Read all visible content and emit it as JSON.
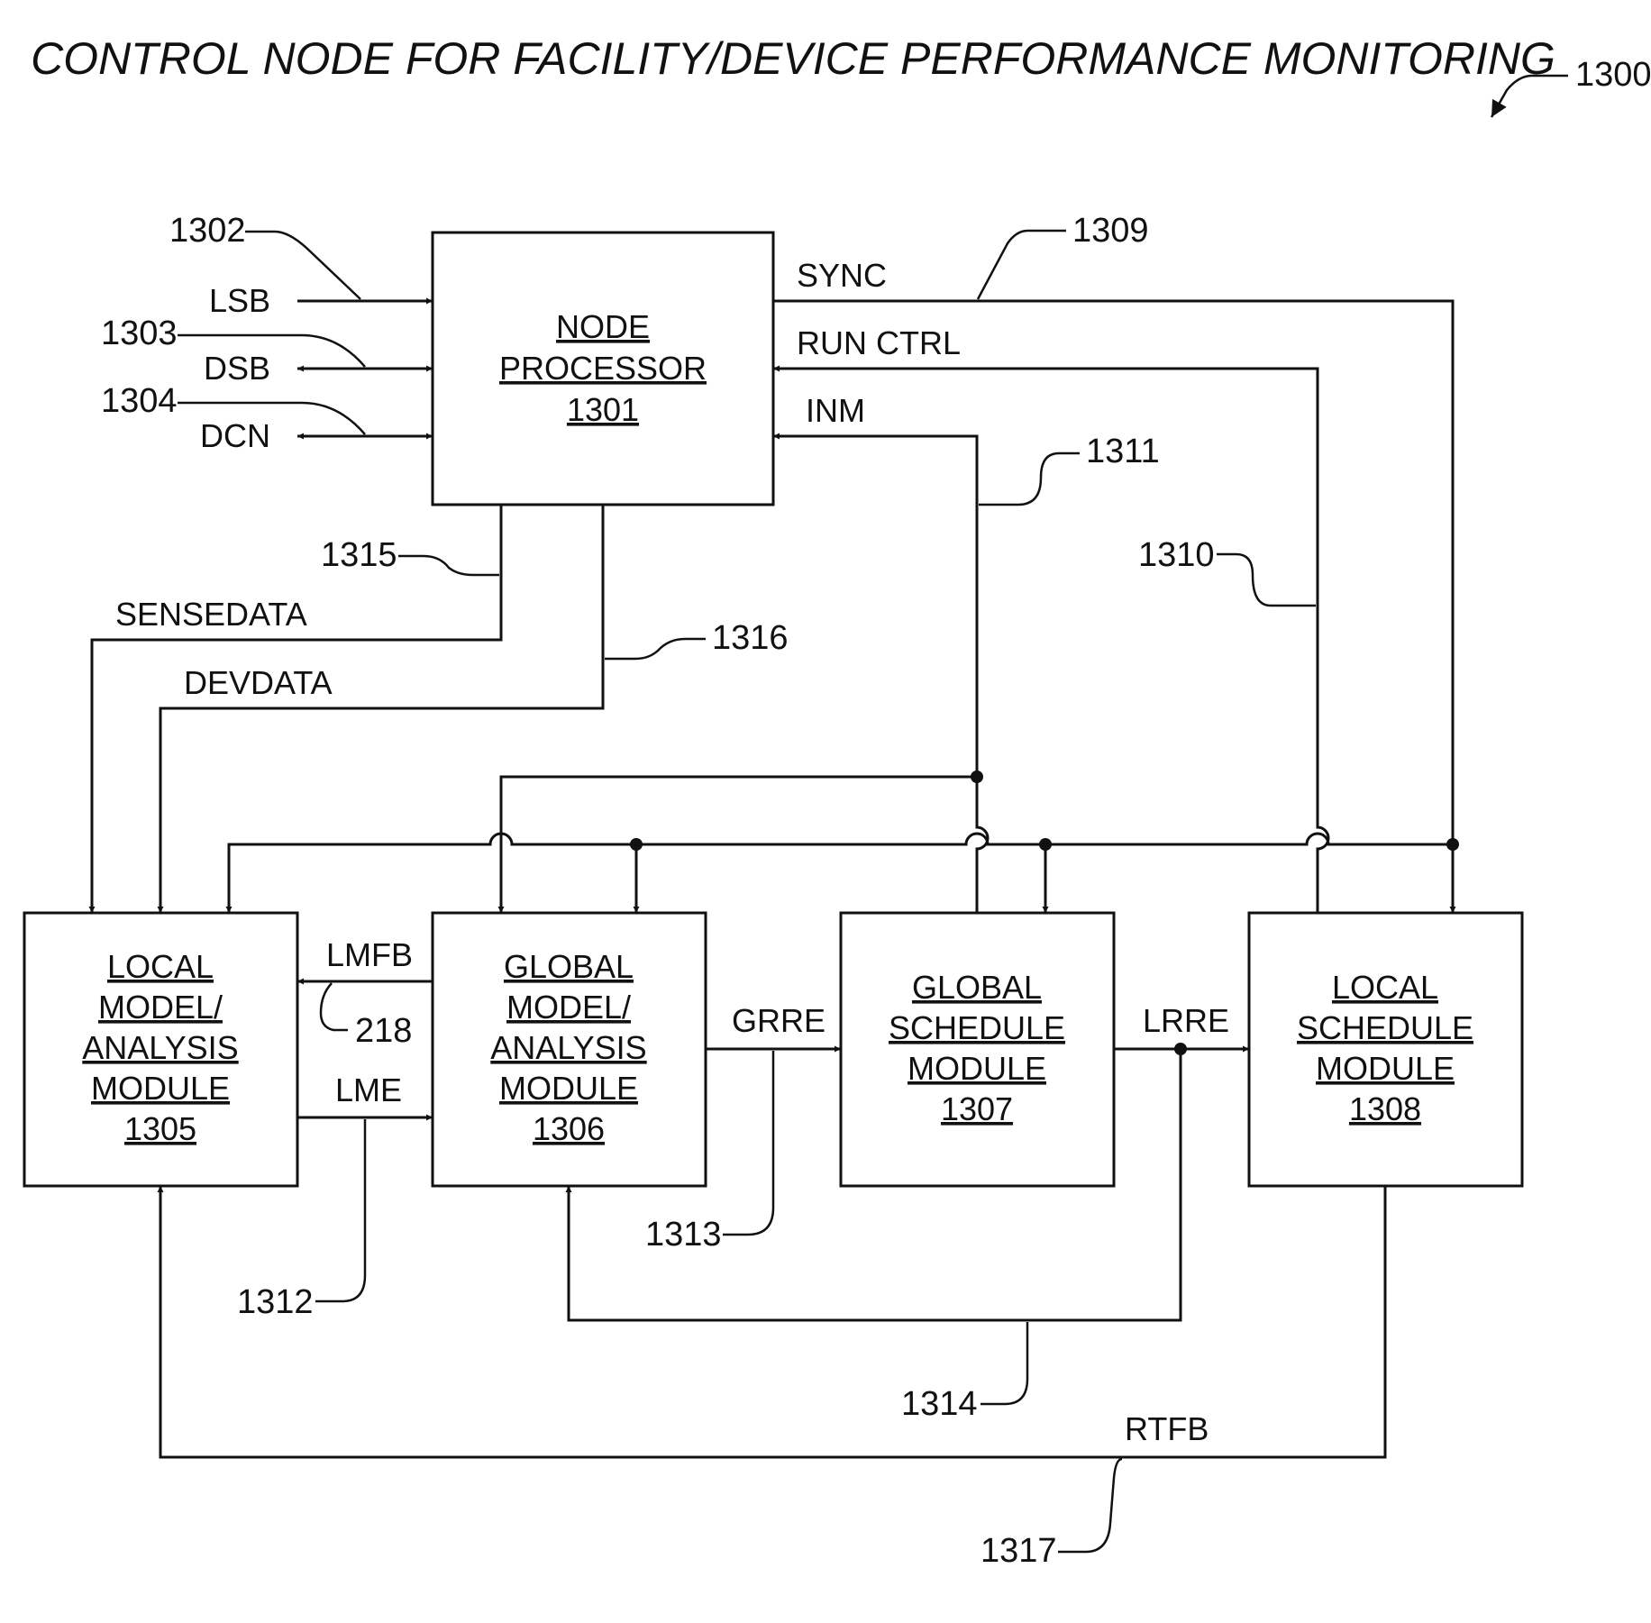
{
  "title": "CONTROL NODE FOR FACILITY/DEVICE PERFORMANCE MONITORING",
  "figure_ref": "1300",
  "blocks": {
    "node_processor": {
      "lines": [
        "NODE",
        "PROCESSOR",
        "1301"
      ]
    },
    "local_model": {
      "lines": [
        "LOCAL",
        "MODEL/",
        "ANALYSIS",
        "MODULE",
        "1305"
      ]
    },
    "global_model": {
      "lines": [
        "GLOBAL",
        "MODEL/",
        "ANALYSIS",
        "MODULE",
        "1306"
      ]
    },
    "global_schedule": {
      "lines": [
        "GLOBAL",
        "SCHEDULE",
        "MODULE",
        "1307"
      ]
    },
    "local_schedule": {
      "lines": [
        "LOCAL",
        "SCHEDULE",
        "MODULE",
        "1308"
      ]
    }
  },
  "signals": {
    "lsb": "LSB",
    "dsb": "DSB",
    "dcn": "DCN",
    "sync": "SYNC",
    "run_ctrl": "RUN CTRL",
    "inm": "INM",
    "sensedata": "SENSEDATA",
    "devdata": "DEVDATA",
    "lmfb": "LMFB",
    "lme": "LME",
    "grre": "GRRE",
    "lrre": "LRRE",
    "rtfb": "RTFB"
  },
  "refs": {
    "r1302": "1302",
    "r1303": "1303",
    "r1304": "1304",
    "r1309": "1309",
    "r1310": "1310",
    "r1311": "1311",
    "r1312": "1312",
    "r1313": "1313",
    "r1314": "1314",
    "r1315": "1315",
    "r1316": "1316",
    "r1317": "1317",
    "r218": "218"
  }
}
